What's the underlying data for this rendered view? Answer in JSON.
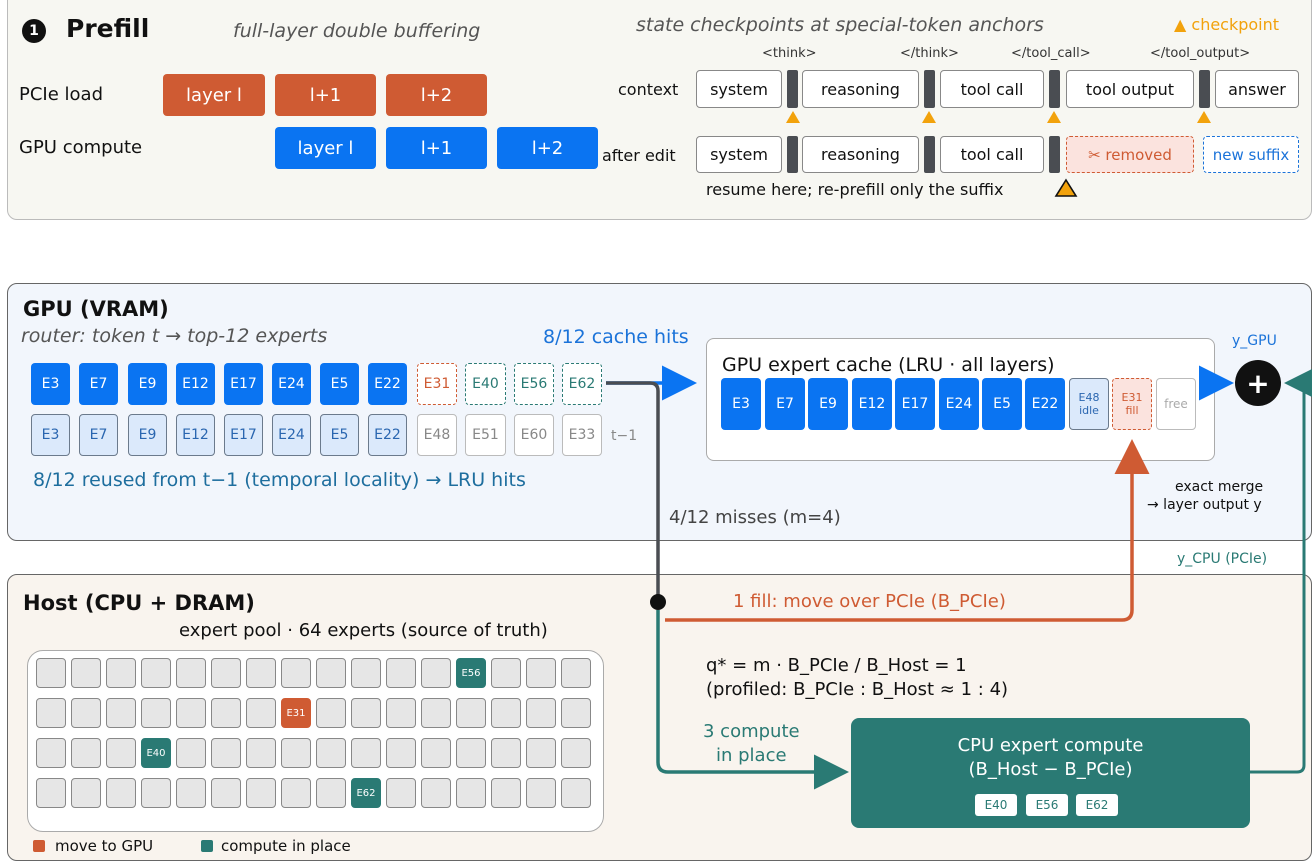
{
  "prefill": {
    "badge": "1",
    "title": "Prefill",
    "subtitle": "full-layer double buffering",
    "checkpoint_caption": "state checkpoints at special-token anchors",
    "checkpoint_legend": "▲ checkpoint",
    "row_pcie": "PCIe load",
    "row_gpu": "GPU compute",
    "pcie_blocks": [
      "layer l",
      "l+1",
      "l+2"
    ],
    "gpu_blocks": [
      "layer l",
      "l+1",
      "l+2"
    ],
    "tags": [
      "<think>",
      "</think>",
      "</tool_call>",
      "</tool_output>"
    ],
    "context_label": "context",
    "context_segments": [
      "system",
      "reasoning",
      "tool call",
      "tool output",
      "answer"
    ],
    "after_label": "after edit",
    "after_segments": [
      "system",
      "reasoning",
      "tool call"
    ],
    "removed": "✂ removed",
    "new_suffix": "new suffix",
    "resume_note": "resume here; re-prefill only the suffix"
  },
  "gpu": {
    "title": "GPU (VRAM)",
    "router": "router: token t → top-12 experts",
    "cache_hits": "8/12 cache hits",
    "row1": [
      "E3",
      "E7",
      "E9",
      "E12",
      "E17",
      "E24",
      "E5",
      "E22",
      "E31",
      "E40",
      "E56",
      "E62"
    ],
    "row2": [
      "E3",
      "E7",
      "E9",
      "E12",
      "E17",
      "E24",
      "E5",
      "E22",
      "E48",
      "E51",
      "E60",
      "E33"
    ],
    "t_minus": "t−1",
    "reuse_note": "8/12 reused from t−1 (temporal locality) → LRU hits",
    "misses": "4/12 misses (m=4)",
    "cache_title": "GPU expert cache (LRU · all layers)",
    "cache_experts": [
      "E3",
      "E7",
      "E9",
      "E12",
      "E17",
      "E24",
      "E5",
      "E22"
    ],
    "idle_name": "E48",
    "idle_label": "idle",
    "fill_name": "E31",
    "fill_label": "fill",
    "free_label": "free",
    "y_gpu": "y_GPU",
    "plus": "+",
    "merge_1": "exact merge",
    "merge_2": "→ layer output y",
    "y_cpu": "y_CPU (PCIe)"
  },
  "host": {
    "title": "Host (CPU + DRAM)",
    "pool_caption": "expert pool · 64 experts (source of truth)",
    "pool_highlights": [
      "E56",
      "E31",
      "E40",
      "E62"
    ],
    "fill_note": "1 fill: move over PCIe (B_PCIe)",
    "formula_1": "q* = m · B_PCIe / B_Host = 1",
    "formula_2": "(profiled: B_PCIe : B_Host ≈ 1 : 4)",
    "compute_note_1": "3 compute",
    "compute_note_2": "in place",
    "cpu_title_1": "CPU expert compute",
    "cpu_title_2": "(B_Host − B_PCIe)",
    "cpu_experts": [
      "E40",
      "E56",
      "E62"
    ],
    "legend_move": "move to GPU",
    "legend_compute": "compute in place"
  },
  "colors": {
    "orange": "#cf5b33",
    "blue": "#0a74f2",
    "teal": "#2a7a74",
    "checkpoint": "#f2a20c"
  }
}
